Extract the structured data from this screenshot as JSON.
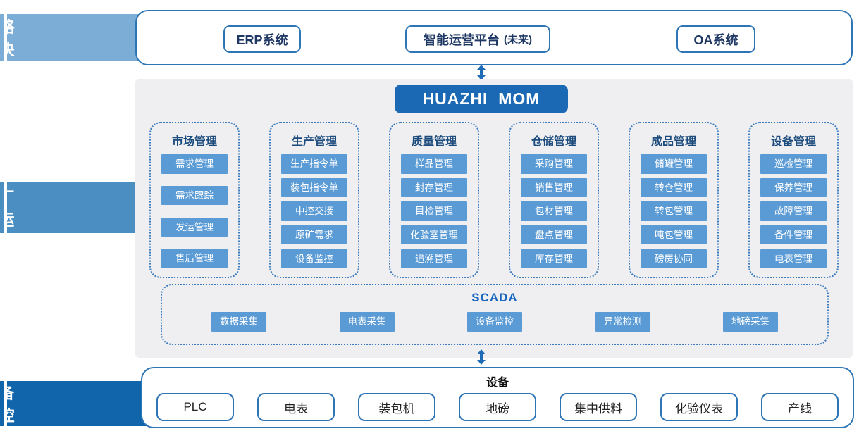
{
  "side_labels": [
    {
      "label": "战略决策",
      "color": "#7badd6"
    },
    {
      "label": "工厂运营",
      "color": "#4a8ec2"
    },
    {
      "label": "设备控制",
      "color": "#1166ab"
    }
  ],
  "top_systems": {
    "items": [
      {
        "label": "ERP系统",
        "suffix": ""
      },
      {
        "label": "智能运营平台",
        "suffix": "(未来)"
      },
      {
        "label": "OA系统",
        "suffix": ""
      }
    ]
  },
  "mom": {
    "title": "HUAZHI  MOM"
  },
  "modules": [
    {
      "title": "市场管理",
      "items": [
        "需求管理",
        "需求跟踪",
        "发运管理",
        "售后管理"
      ]
    },
    {
      "title": "生产管理",
      "items": [
        "生产指令单",
        "装包指令单",
        "中控交接",
        "原矿需求",
        "设备监控"
      ]
    },
    {
      "title": "质量管理",
      "items": [
        "样品管理",
        "封存管理",
        "目检管理",
        "化验室管理",
        "追溯管理"
      ]
    },
    {
      "title": "仓储管理",
      "items": [
        "采购管理",
        "销售管理",
        "包材管理",
        "盘点管理",
        "库存管理"
      ]
    },
    {
      "title": "成品管理",
      "items": [
        "储罐管理",
        "转仓管理",
        "转包管理",
        "吨包管理",
        "磅房协同"
      ]
    },
    {
      "title": "设备管理",
      "items": [
        "巡检管理",
        "保养管理",
        "故障管理",
        "备件管理",
        "电表管理"
      ]
    }
  ],
  "scada": {
    "title": "SCADA",
    "items": [
      "数据采集",
      "电表采集",
      "设备监控",
      "异常检测",
      "地磅采集"
    ]
  },
  "devices": {
    "title": "设备",
    "items": [
      "PLC",
      "电表",
      "装包机",
      "地磅",
      "集中供料",
      "化验仪表",
      "产线"
    ]
  },
  "icons": {
    "flow_connector": "vertical-double-arrow"
  },
  "colors": {
    "accent_border": "#2e75b6",
    "item_blue": "#5b9bd5",
    "mom_bg": "#1b69b5",
    "panel_bg": "#efeff1",
    "module_title": "#1b4a7c",
    "scada_title": "#1565c0",
    "arrow_light": "#7badd6",
    "arrow_medium": "#4a8ec2",
    "arrow_dark": "#1166ab"
  }
}
